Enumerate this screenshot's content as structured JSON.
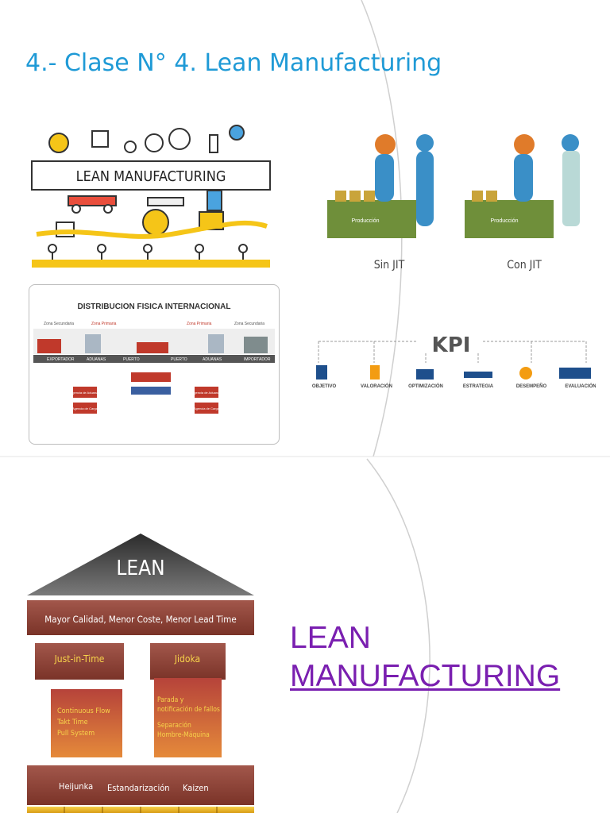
{
  "slide1": {
    "title": "4.- Clase N° 4. Lean Manufacturing",
    "banner_label": "LEAN MANUFACTURING",
    "jit": {
      "box_label": "Producción",
      "sin_caption": "Sin JIT",
      "con_caption": "Con JIT"
    },
    "dfi": {
      "title": "DISTRIBUCION FISICA INTERNACIONAL",
      "zones": [
        "Zona Secundaria",
        "Zona Primaria",
        "Zona Primaria",
        "Zona Secundaria"
      ],
      "flow": [
        "EXPORTADOR",
        "ADUANAS",
        "PUERTO",
        "PUERTO",
        "ADUANAS",
        "IMPORTADOR"
      ],
      "agencies": [
        "Agencia de Aduanas",
        "Agencia de Carga",
        "Agencia de Aduanas",
        "Agencia de Carga"
      ]
    },
    "kpi": {
      "title": "KPI",
      "items": [
        "OBJETIVO",
        "VALORACIÓN",
        "OPTIMIZACIÓN",
        "ESTRATEGIA",
        "DESEMPEÑO",
        "EVALUACIÓN"
      ]
    }
  },
  "slide2": {
    "house": {
      "roof": "LEAN",
      "beam": "Mayor Calidad, Menor Coste, Menor Lead Time",
      "pillar_left": "Just-in-Time",
      "pillar_right": "Jidoka",
      "left_details": [
        "Continuous Flow",
        "Takt Time",
        "Pull System"
      ],
      "right_details": [
        "Parada y notificación de fallos",
        "Separación Hombre-Máquina"
      ],
      "foundation": [
        "Heijunka",
        "Estandarización",
        "Kaizen"
      ]
    },
    "title_line1": "LEAN",
    "title_line2": "MANUFACTURING"
  },
  "colors": {
    "title_blue": "#1f9ad6",
    "lean_purple": "#7a1fb0",
    "house_brown": "#8a3a2e",
    "house_grey": "#4a4a4a",
    "pillar_red": "#c0392b",
    "pillar_orange": "#e67e22",
    "kpi_orange": "#f39c12",
    "kpi_blue": "#1e4f8c"
  }
}
